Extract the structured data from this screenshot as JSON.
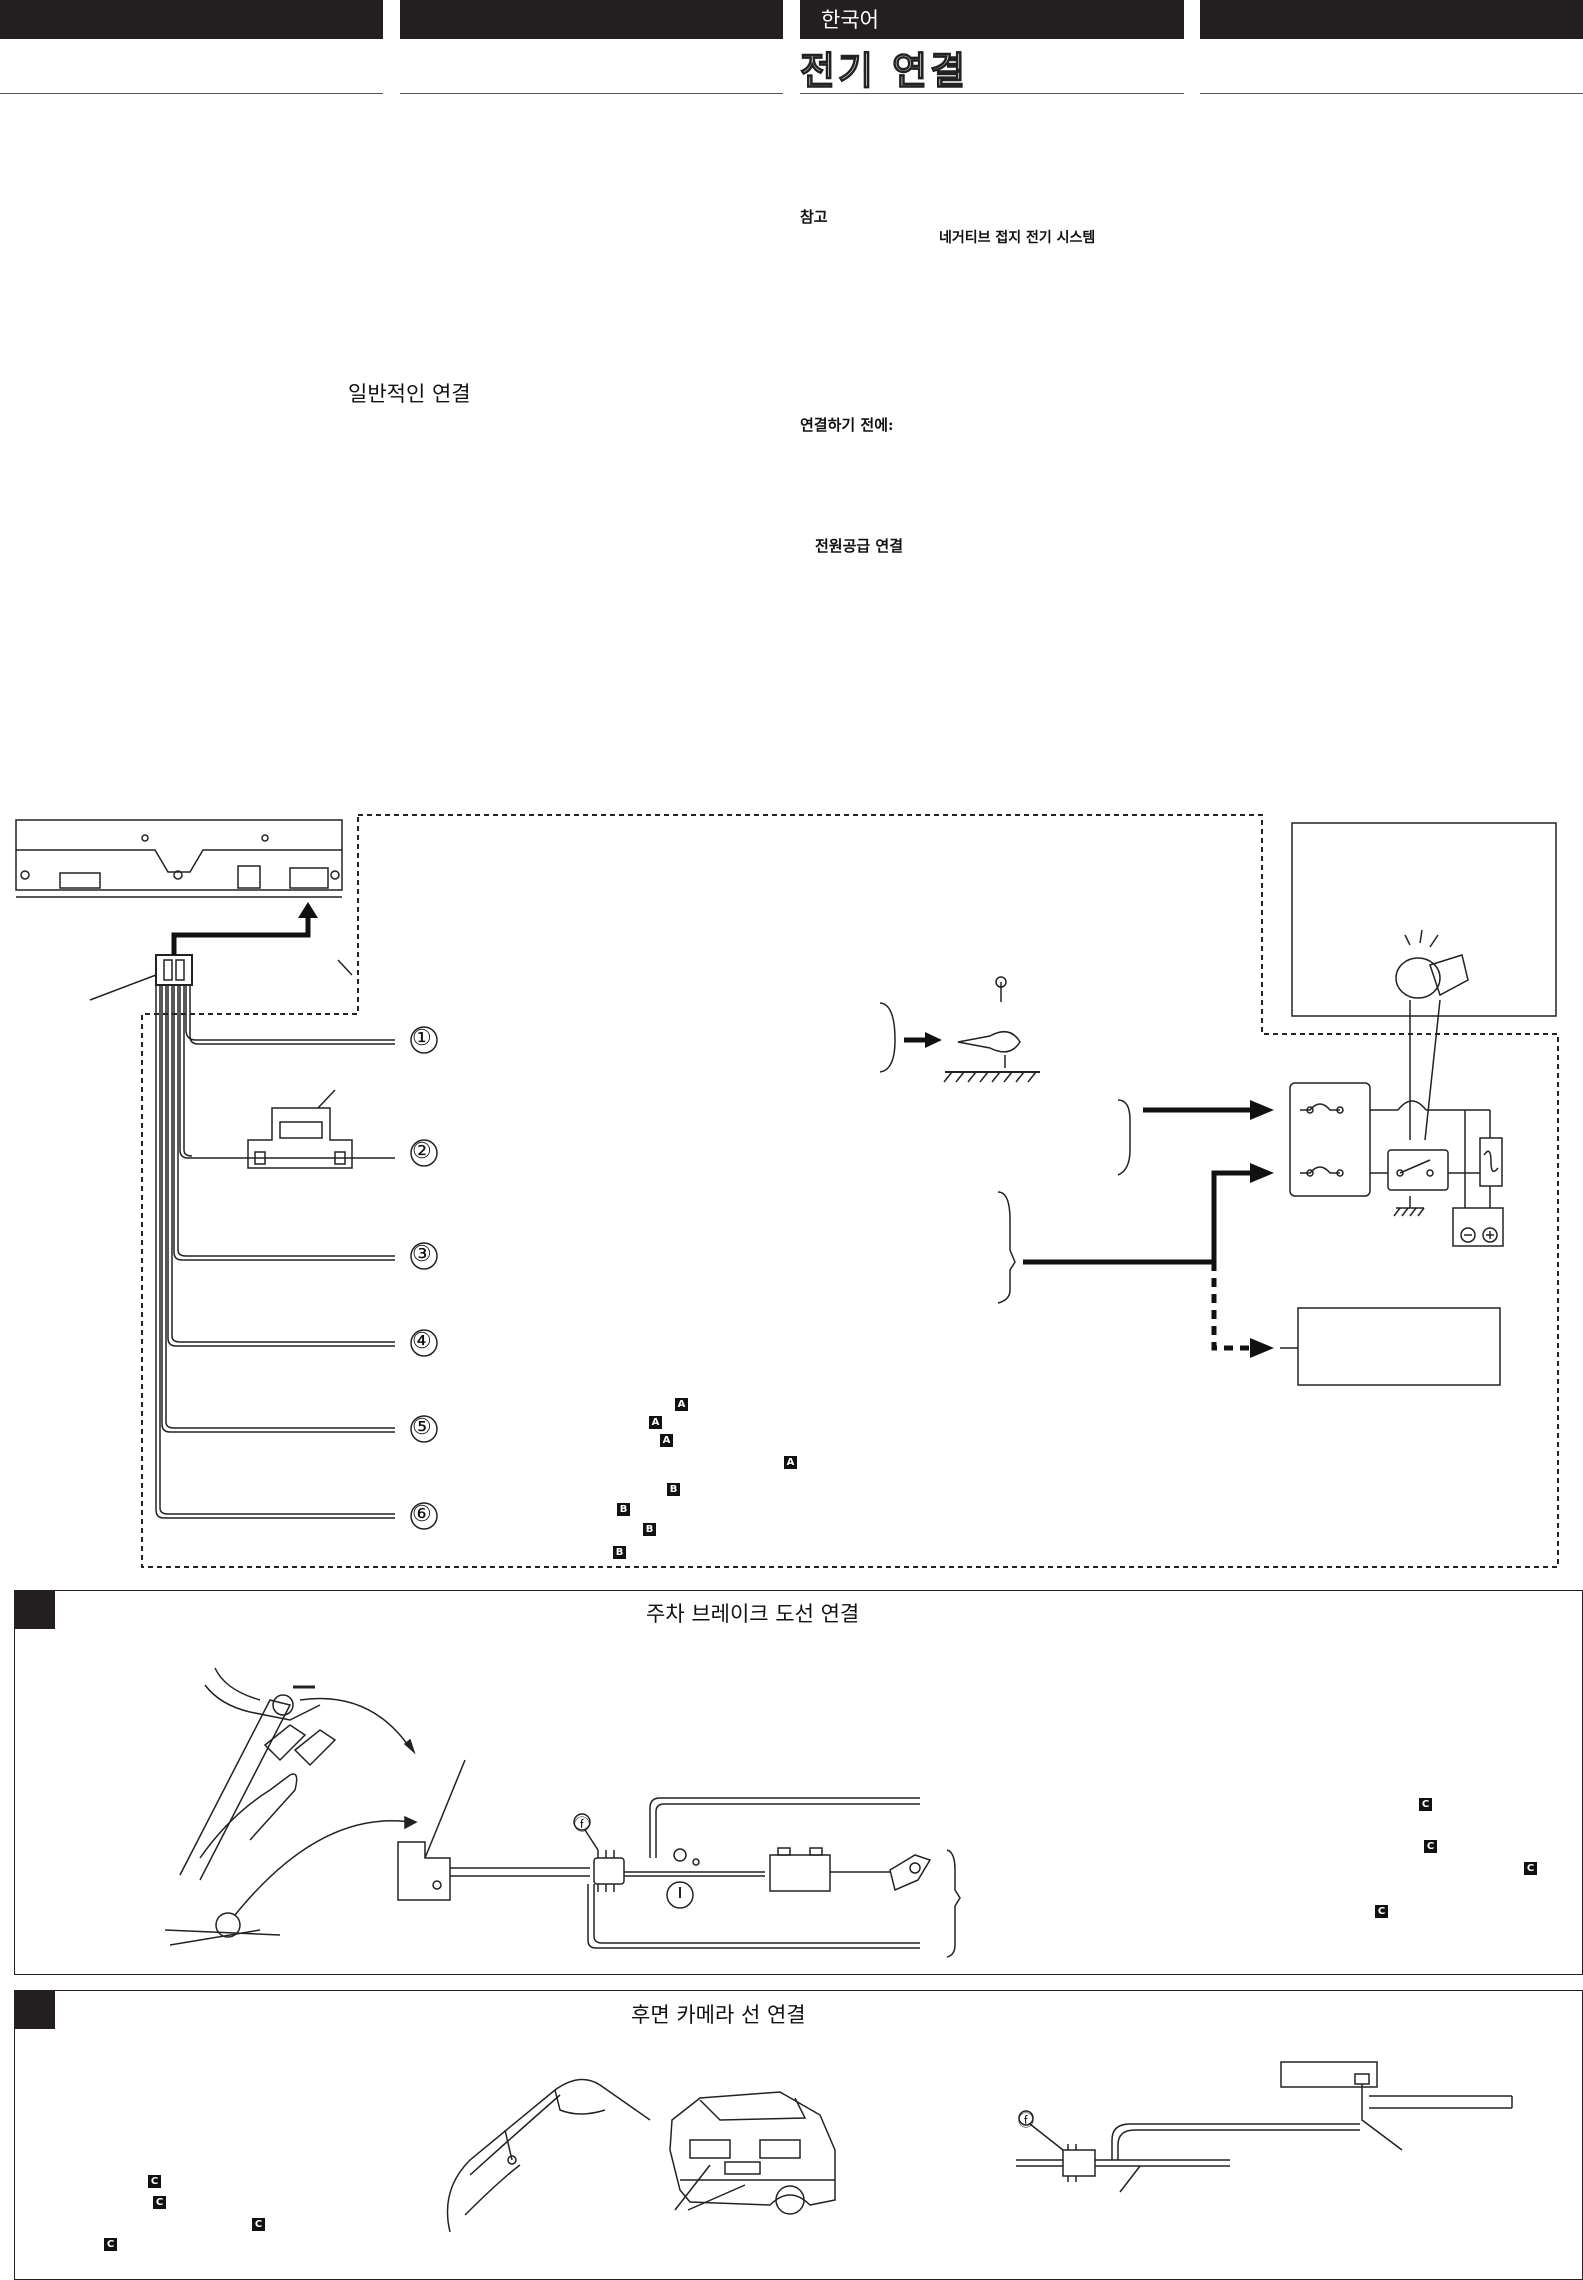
{
  "header": {
    "language_label": "한국어",
    "page_title": "전기 연결"
  },
  "notes": {
    "note_heading": "참고",
    "ground_system": "네거티브 접지 전기 시스템",
    "general_connection": "일반적인 연결",
    "before_connecting": "연결하기 전에:",
    "power_connection": "전원공급 연결"
  },
  "wiring_diagram": {
    "wire_numbers": [
      "①",
      "②",
      "③",
      "④",
      "⑤",
      "⑥"
    ],
    "ref_marks": [
      "A",
      "A",
      "A",
      "A",
      "B",
      "B",
      "B",
      "B"
    ]
  },
  "parking_brake_section": {
    "title": "주차 브레이크 도선 연결",
    "callout": "ⓕ",
    "ref_marks": [
      "C",
      "C",
      "C",
      "C"
    ]
  },
  "rear_camera_section": {
    "title": "후면 카메라 선 연결",
    "callout": "ⓕ",
    "ref_marks": [
      "C",
      "C",
      "C",
      "C"
    ]
  }
}
